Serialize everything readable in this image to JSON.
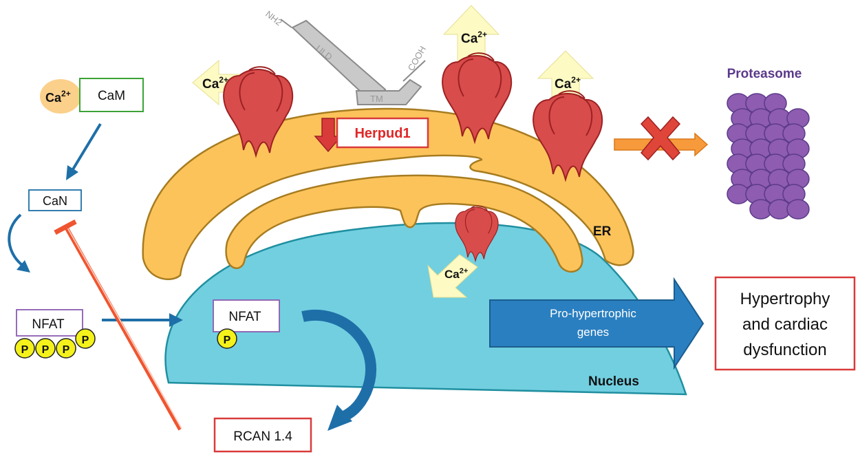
{
  "labels": {
    "ca_cam_ion": "Ca",
    "ca_cam_charge": "2+",
    "cam": "CaM",
    "can": "CaN",
    "nfat_cyto": "NFAT",
    "nfat_nuc": "NFAT",
    "p": "P",
    "herpud1": "Herpud1",
    "nh2": "NH2",
    "uld": "ULD",
    "tm": "TM",
    "cooh": "COOH",
    "ca_ion": "Ca",
    "ca_charge": "2+",
    "proteasome": "Proteasome",
    "er": "ER",
    "nucleus": "Nucleus",
    "pro_genes_line1": "Pro-hypertrophic",
    "pro_genes_line2": "genes",
    "outcome_line1": "Hypertrophy",
    "outcome_line2": "and cardiac",
    "outcome_line3": "dysfunction",
    "rcan": "RCAN 1.4"
  },
  "colors": {
    "er_fill": "#fcc35b",
    "er_stroke": "#a77c20",
    "nucleus_fill": "#72cfe0",
    "nucleus_stroke": "#1f8fa0",
    "channel_fill": "#d94c4c",
    "channel_stroke": "#9c2121",
    "ca_arrow": "#fdfac4",
    "proteasome": "#8e5cb0",
    "proteasome_title": "#5b3a8a",
    "red_box": "#d93a3a",
    "blue_arrow": "#1e6fa8",
    "inhibit_line": "#ef5530",
    "phosphate": "#f4f21a",
    "herpud_box_text": "#e02626"
  }
}
